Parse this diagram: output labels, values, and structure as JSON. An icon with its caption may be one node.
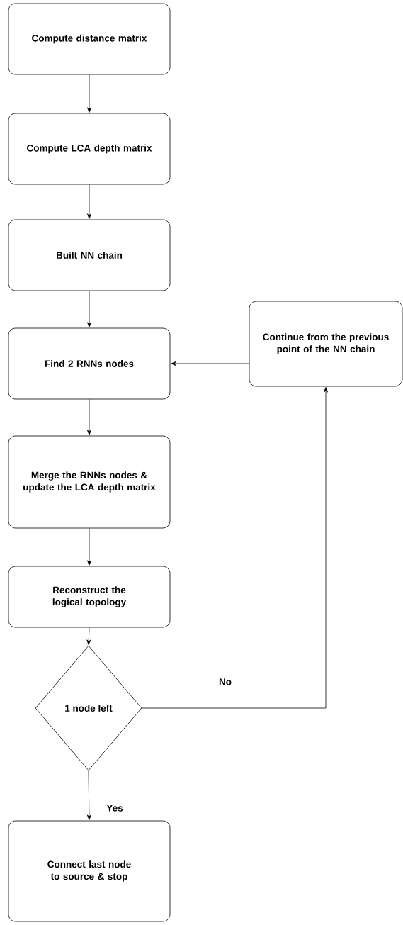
{
  "diagram": {
    "nodes": [
      {
        "text": [
          "Compute distance matrix"
        ]
      },
      {
        "text": [
          "Compute LCA depth matrix"
        ]
      },
      {
        "text": [
          "Built NN chain"
        ]
      },
      {
        "text": [
          "Find 2 RNNs nodes"
        ]
      },
      {
        "text": [
          "Continue from the previous point of the NN chain"
        ]
      },
      {
        "text": [
          "Merge the RNNs nodes & update the LCA depth matrix"
        ]
      },
      {
        "text": [
          "Reconstruct the logical topology"
        ]
      },
      {
        "text": [
          "1 node left"
        ]
      },
      {
        "text": [
          "Connect last node to source & stop"
        ]
      }
    ],
    "edges": [
      {
        "from": 0,
        "to": 1,
        "arrow": "to"
      },
      {
        "from": 1,
        "to": 2,
        "arrow": "to"
      },
      {
        "from": 2,
        "to": 3,
        "arrow": "to"
      },
      {
        "from": 4,
        "to": 3,
        "arrow": "to"
      },
      {
        "from": 3,
        "to": 5,
        "arrow": "to"
      },
      {
        "from": 5,
        "to": 6,
        "arrow": "to"
      },
      {
        "from": 6,
        "to": 7,
        "arrow": "to"
      },
      {
        "from": 7,
        "to": 4,
        "arrow": "to",
        "label": "No"
      },
      {
        "from": 7,
        "to": 8,
        "arrow": "to",
        "label": "Yes"
      }
    ]
  }
}
